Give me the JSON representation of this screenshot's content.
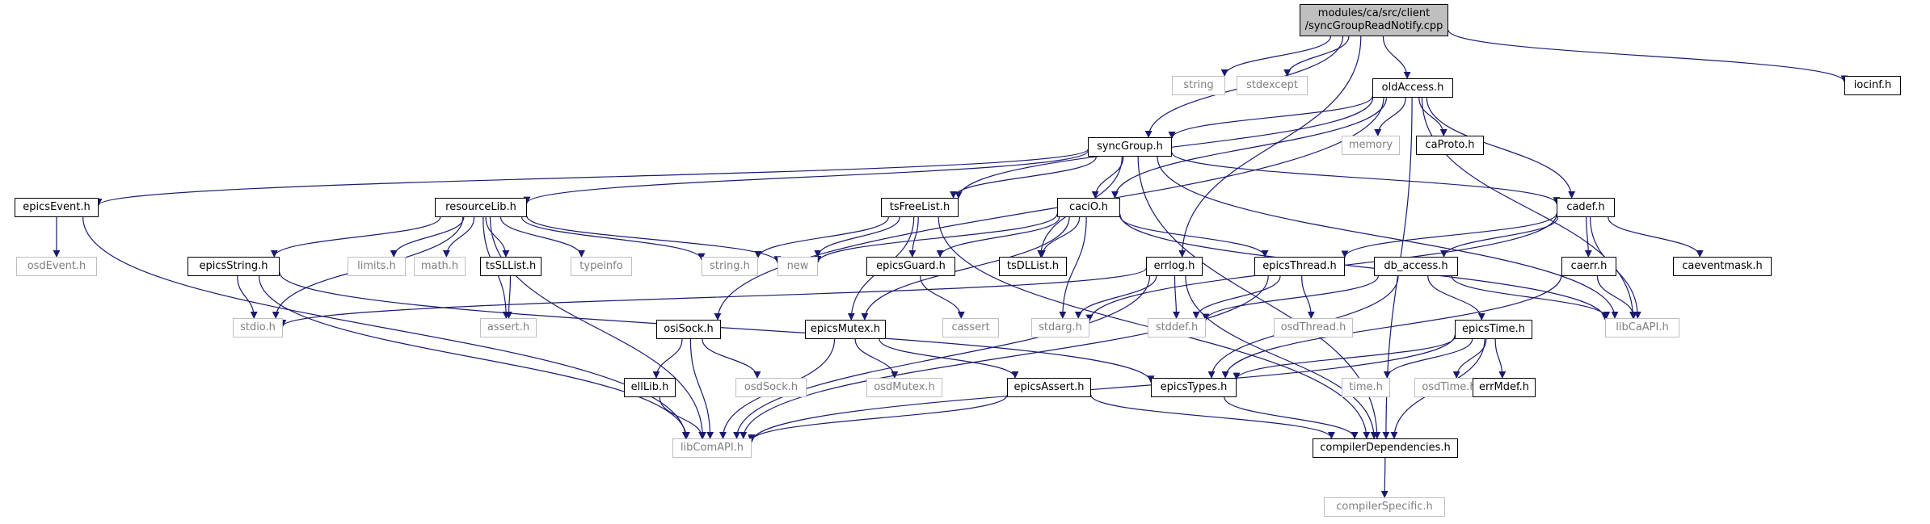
{
  "colors": {
    "edge": "#191970",
    "root_fill": "#bfbfbf",
    "solid_border": "#000000",
    "grey_border": "#bfbfbf",
    "grey_text": "#7f7f7f"
  },
  "root": {
    "line1": "modules/ca/src/client",
    "line2": "/syncGroupReadNotify.cpp"
  },
  "nodes": {
    "string": "string",
    "stdexcept": "stdexcept",
    "oldAccess_h": "oldAccess.h",
    "iocinf_h": "iocinf.h",
    "memory": "memory",
    "caProto_h": "caProto.h",
    "syncGroup_h": "syncGroup.h",
    "epicsEvent_h": "epicsEvent.h",
    "osdEvent_h": "osdEvent.h",
    "resourceLib_h": "resourceLib.h",
    "tsFreeList_h": "tsFreeList.h",
    "caciO_h": "caciO.h",
    "cadef_h": "cadef.h",
    "epicsString_h": "epicsString.h",
    "limits_h": "limits.h",
    "math_h": "math.h",
    "tsSLList_h": "tsSLList.h",
    "typeinfo": "typeinfo",
    "string_h": "string.h",
    "new": "new",
    "epicsGuard_h": "epicsGuard.h",
    "tsDLList_h": "tsDLList.h",
    "errlog_h": "errlog.h",
    "epicsThread_h": "epicsThread.h",
    "db_access_h": "db_access.h",
    "caerr_h": "caerr.h",
    "caeventmask_h": "caeventmask.h",
    "stdio_h": "stdio.h",
    "assert_h": "assert.h",
    "cassert": "cassert",
    "stdarg_h": "stdarg.h",
    "stddef_h": "stddef.h",
    "osdThread_h": "osdThread.h",
    "libCaAPI_h": "libCaAPI.h",
    "osiSock_h": "osiSock.h",
    "epicsMutex_h": "epicsMutex.h",
    "epicsTime_h": "epicsTime.h",
    "ellLib_h": "ellLib.h",
    "osdSock_h": "osdSock.h",
    "osdMutex_h": "osdMutex.h",
    "epicsAssert_h": "epicsAssert.h",
    "epicsTypes_h": "epicsTypes.h",
    "time_h": "time.h",
    "osdTime_h": "osdTime.h",
    "errMdef_h": "errMdef.h",
    "libComAPI_h": "libComAPI.h",
    "compilerDependencies_h": "compilerDependencies.h",
    "compilerSpecific_h": "compilerSpecific.h"
  }
}
